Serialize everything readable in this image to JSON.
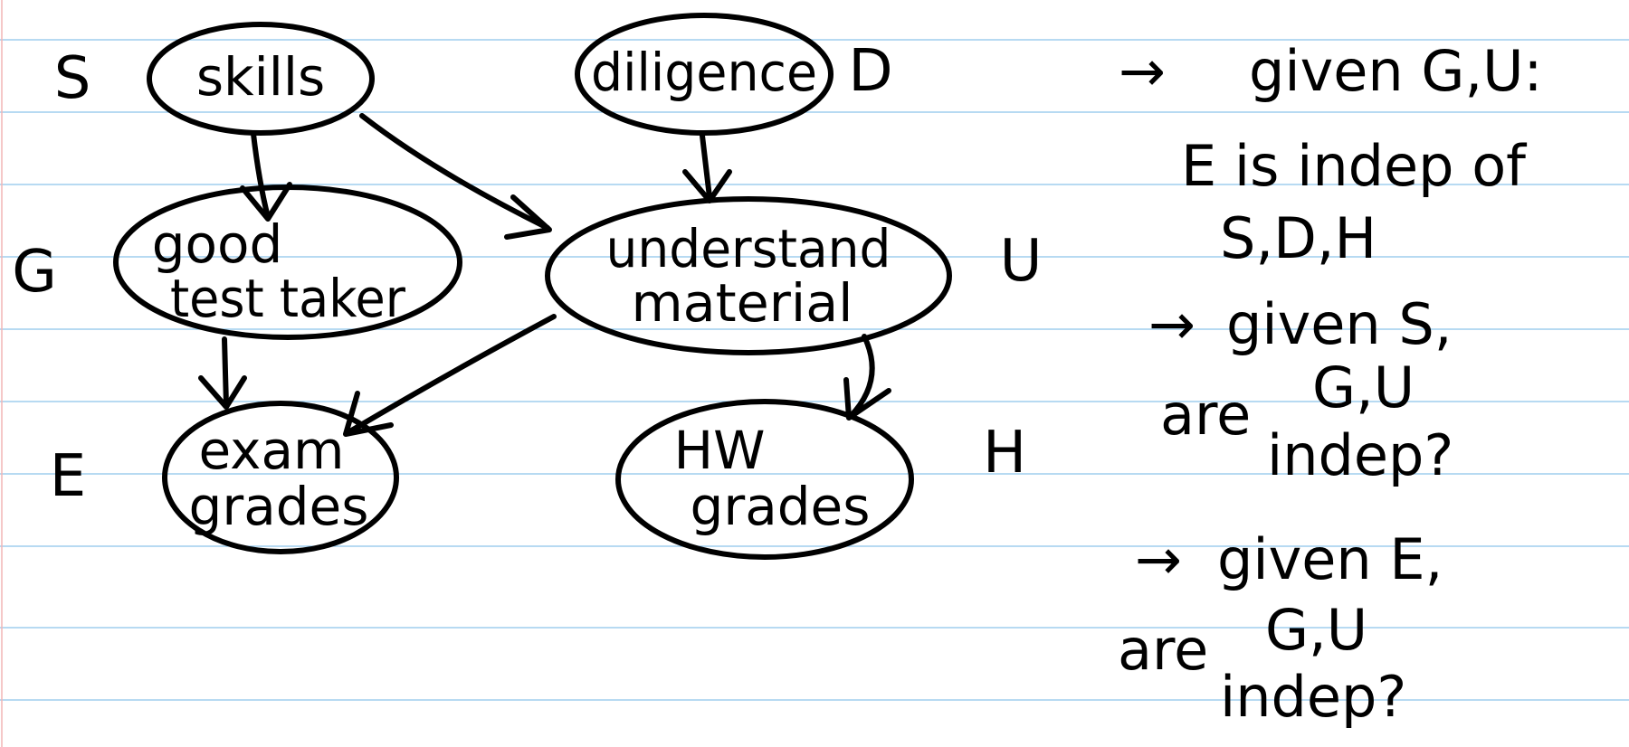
{
  "colors": {
    "paper": "#ffffff",
    "rule_line": "#8cc3ea",
    "margin_line": "#f2b6b6",
    "ink": "#000000"
  },
  "diagram": {
    "nodes": {
      "skills": {
        "label": "skills",
        "var": "S"
      },
      "diligence": {
        "label": "diligence",
        "var": "D"
      },
      "good_test_taker": {
        "line1": "good",
        "line2": "test taker",
        "var": "G"
      },
      "understand_material": {
        "line1": "understand",
        "line2": "material",
        "var": "U"
      },
      "exam_grades": {
        "line1": "exam",
        "line2": "grades",
        "var": "E"
      },
      "hw_grades": {
        "line1": "HW",
        "line2": "grades",
        "var": "H"
      }
    },
    "edges": [
      {
        "from": "skills",
        "to": "good_test_taker"
      },
      {
        "from": "skills",
        "to": "understand_material"
      },
      {
        "from": "diligence",
        "to": "understand_material"
      },
      {
        "from": "good_test_taker",
        "to": "exam_grades"
      },
      {
        "from": "understand_material",
        "to": "exam_grades"
      },
      {
        "from": "understand_material",
        "to": "hw_grades"
      }
    ]
  },
  "notes": {
    "q1": {
      "arrow": "→",
      "line1": "given G,U:",
      "line2": "E is indep of",
      "line3": "S,D,H"
    },
    "q2": {
      "arrow": "→",
      "line1": "given S,",
      "line2a": "are",
      "line2b": "G,U",
      "line3": "indep?"
    },
    "q3": {
      "arrow": "→",
      "line1": "given E,",
      "line2a": "are",
      "line2b": "G,U",
      "line3": "indep?"
    }
  }
}
